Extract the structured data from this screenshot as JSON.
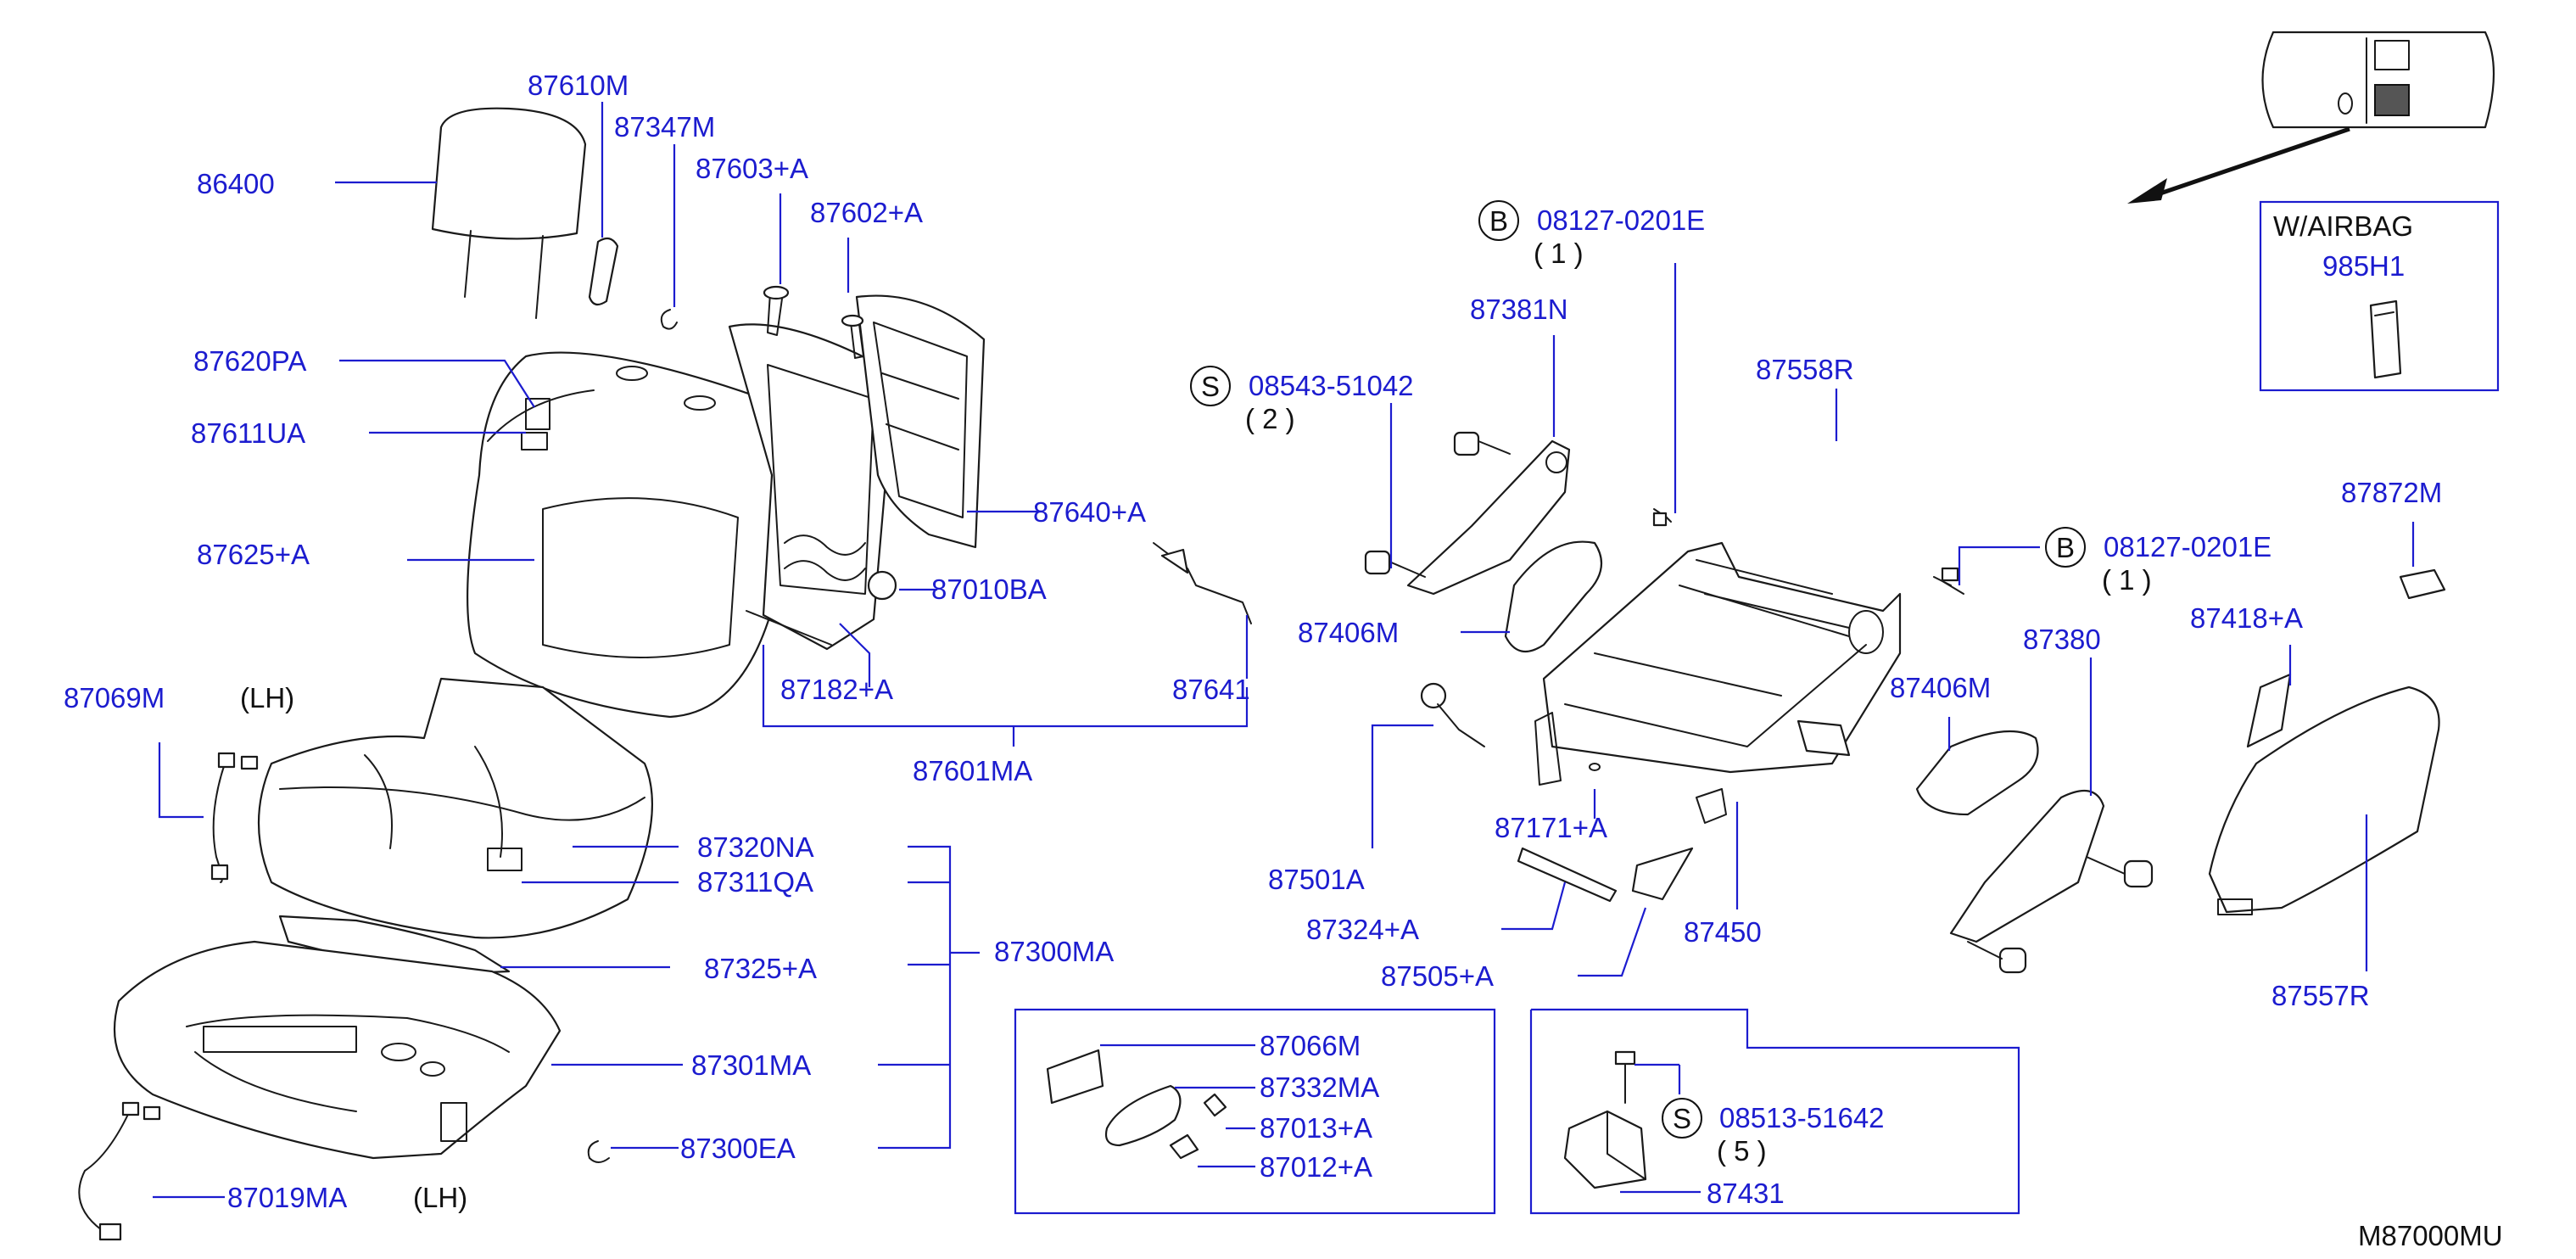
{
  "diagram_code": "M87000MU",
  "variant_box": {
    "title": "W/AIRBAG",
    "part": "985H1"
  },
  "callouts": {
    "c1": "B",
    "c1_part": "08127-0201E",
    "c1_qty": "( 1 )",
    "c2": "S",
    "c2_part": "08543-51042",
    "c2_qty": "( 2 )",
    "c3": "B",
    "c3_part": "08127-0201E",
    "c3_qty": "( 1 )",
    "c4": "S",
    "c4_part": "08513-51642",
    "c4_qty": "( 5 )"
  },
  "parts": {
    "p86400": "86400",
    "p87610M": "87610M",
    "p87347M": "87347M",
    "p87603A": "87603+A",
    "p87602A": "87602+A",
    "p87620PA": "87620PA",
    "p87611UA": "87611UA",
    "p87625A": "87625+A",
    "p87640A": "87640+A",
    "p87010BA": "87010BA",
    "p87182A": "87182+A",
    "p87641": "87641",
    "p87601MA": "87601MA",
    "p87069M": "87069M",
    "lh1": "(LH)",
    "p87320NA": "87320NA",
    "p87311QA": "87311QA",
    "p87300MA": "87300MA",
    "p87325A": "87325+A",
    "p87301MA": "87301MA",
    "p87300EA": "87300EA",
    "p87019MA": "87019MA",
    "lh2": "(LH)",
    "p87381N": "87381N",
    "p87558R": "87558R",
    "p87406M_a": "87406M",
    "p87406M_b": "87406M",
    "p87380": "87380",
    "p87418A": "87418+A",
    "p87872M": "87872M",
    "p87171A": "87171+A",
    "p87501A": "87501A",
    "p87324A": "87324+A",
    "p87450": "87450",
    "p87505A": "87505+A",
    "p87557R": "87557R",
    "p87066M": "87066M",
    "p87332MA": "87332MA",
    "p87013A": "87013+A",
    "p87012A": "87012+A",
    "p87431": "87431"
  }
}
